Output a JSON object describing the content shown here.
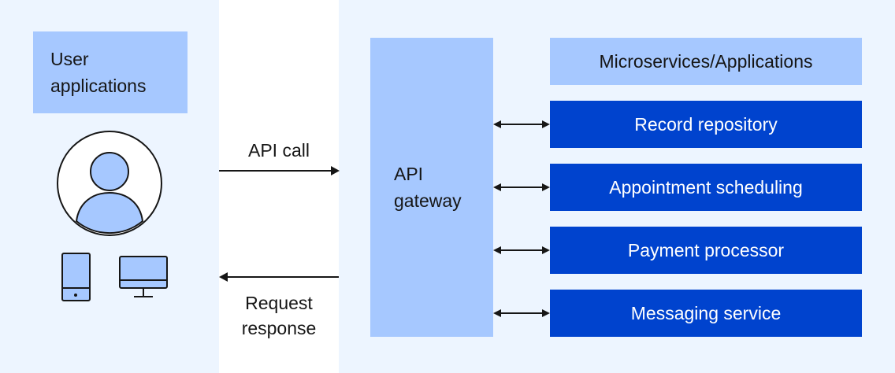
{
  "user_apps": {
    "label_line1": "User",
    "label_line2": "applications"
  },
  "api_call": {
    "label": "API call"
  },
  "request_response": {
    "label_line1": "Request",
    "label_line2": "response"
  },
  "gateway": {
    "label_line1": "API",
    "label_line2": "gateway"
  },
  "services": {
    "header": "Microservices/Applications",
    "items": [
      {
        "label": "Record repository"
      },
      {
        "label": "Appointment scheduling"
      },
      {
        "label": "Payment processor"
      },
      {
        "label": "Messaging service"
      }
    ]
  },
  "icons": [
    "user-avatar-icon",
    "mobile-phone-icon",
    "desktop-monitor-icon"
  ],
  "colors": {
    "panel_bg": "#edf5ff",
    "light_box": "#a6c8ff",
    "service_box": "#0043ce",
    "stroke": "#161616"
  }
}
